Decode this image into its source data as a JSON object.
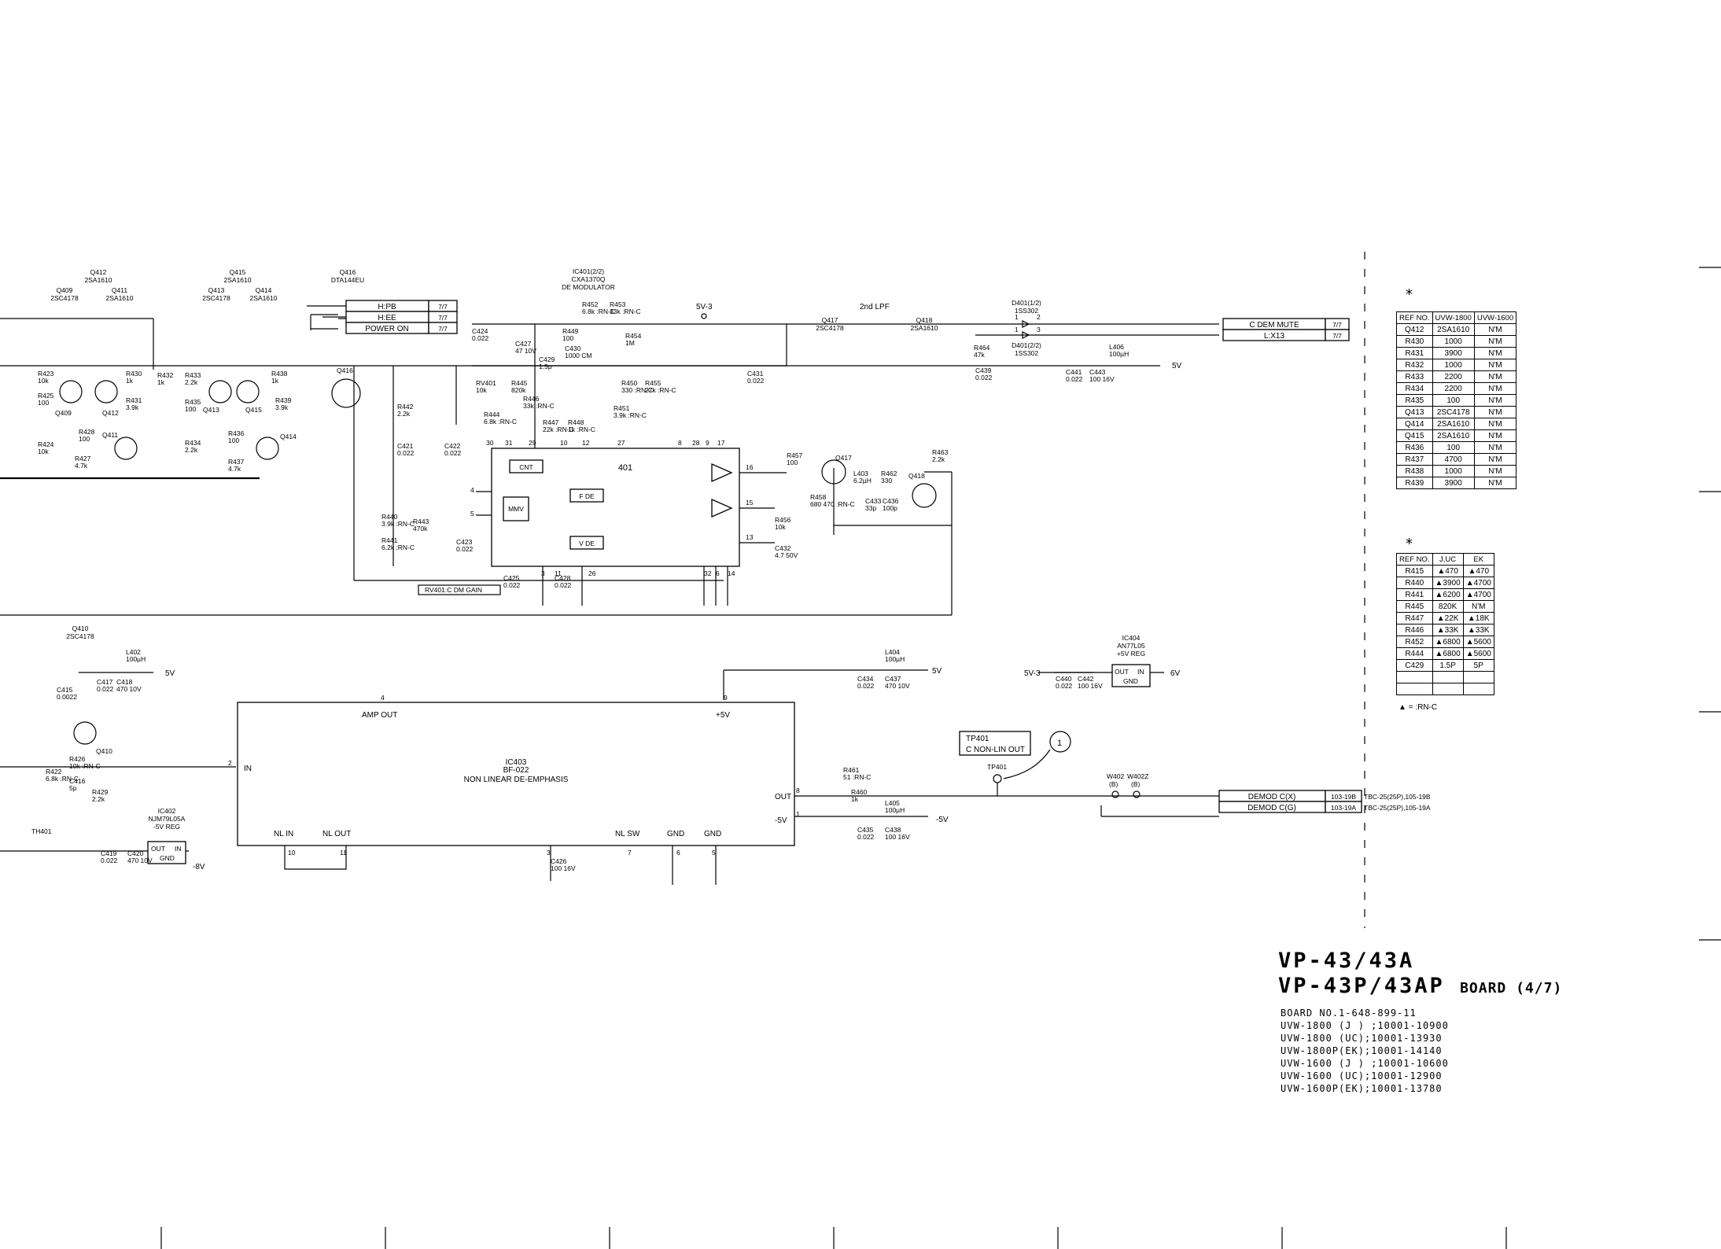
{
  "transistor_labels": [
    {
      "name": "Q412",
      "part": "2SA1610"
    },
    {
      "name": "Q409",
      "part": "2SC4178"
    },
    {
      "name": "Q411",
      "part": "2SA1610"
    },
    {
      "name": "Q415",
      "part": "2SA1610"
    },
    {
      "name": "Q413",
      "part": "2SC4178"
    },
    {
      "name": "Q414",
      "part": "2SA1610"
    },
    {
      "name": "Q416",
      "part": "DTA144EU"
    },
    {
      "name": "Q417",
      "part": "2SC4178"
    },
    {
      "name": "Q418",
      "part": "2SA1610"
    },
    {
      "name": "Q410",
      "part": "2SC4178"
    }
  ],
  "ic401": {
    "name": "IC401(2/2)",
    "part": "CXA1370Q",
    "function": "DE MODULATOR",
    "inner": "401",
    "blocks": [
      "CNT",
      "MMV",
      "F DE",
      "V DE"
    ],
    "pins": [
      "30",
      "31",
      "29",
      "10",
      "12",
      "27",
      "8",
      "28",
      "9",
      "17",
      "16",
      "15",
      "13",
      "4",
      "5",
      "3",
      "11",
      "26",
      "32",
      "6",
      "14"
    ]
  },
  "ic403": {
    "name": "IC403",
    "part": "BF-022",
    "function": "NON LINEAR DE-EMPHASIS",
    "labels": {
      "amp_out": "AMP OUT",
      "plus5": "+5V",
      "in": "IN",
      "out": "OUT",
      "minus5": "-5V",
      "nl_in": "NL IN",
      "nl_out": "NL OUT",
      "nl_sw": "NL SW",
      "gnd": "GND"
    },
    "pins": [
      "4",
      "9",
      "2",
      "8",
      "1",
      "10",
      "11",
      "3",
      "7",
      "6",
      "5"
    ]
  },
  "ic402": {
    "name": "IC402",
    "part": "NJM79L05A",
    "function": "-5V REG",
    "out": "OUT",
    "in": "IN",
    "gnd": "GND"
  },
  "ic404": {
    "name": "IC404",
    "part": "AN77L05",
    "function": "+5V REG",
    "out": "OUT",
    "in": "IN",
    "gnd": "GND"
  },
  "connectors_left": [
    "H:PB",
    "H:EE",
    "POWER ON"
  ],
  "connectors_right": [
    "C DEM MUTE",
    "L:X13"
  ],
  "connector_page": "7/7",
  "diodes": [
    {
      "name": "D401(1/2)",
      "part": "1SS302"
    },
    {
      "name": "D401(2/2)",
      "part": "1SS302"
    }
  ],
  "diode_pins": [
    "1",
    "2",
    "1",
    "3"
  ],
  "net_labels": {
    "v5_3": "5V-3",
    "v5": "5V",
    "v6": "6V",
    "v8": "-8V",
    "vm5": "-5V",
    "lpf": "2nd LPF",
    "rv401": "RV401:C DM GAIN",
    "th401": "TH401"
  },
  "tp401": {
    "name": "TP401",
    "label": "C NON-LIN OUT",
    "callout": "1"
  },
  "wire_labels": {
    "w402": "W402",
    "w402z": "W402Z",
    "b": "(B)"
  },
  "outputs": [
    {
      "label": "DEMOD C(X)",
      "ref": "103-19B",
      "dest": "TBC-25(25P),105-19B"
    },
    {
      "label": "DEMOD C(G)",
      "ref": "103-19A",
      "dest": "TBC-25(25P),105-19A"
    }
  ],
  "components": [
    {
      "name": "R423",
      "value": "10k"
    },
    {
      "name": "R425",
      "value": "100"
    },
    {
      "name": "R424",
      "value": "10k"
    },
    {
      "name": "R428",
      "value": "100"
    },
    {
      "name": "R427",
      "value": "4.7k"
    },
    {
      "name": "R430",
      "value": "1k"
    },
    {
      "name": "R431",
      "value": "3.9k"
    },
    {
      "name": "R432",
      "value": "1k"
    },
    {
      "name": "R433",
      "value": "2.2k"
    },
    {
      "name": "R435",
      "value": "100"
    },
    {
      "name": "R434",
      "value": "2.2k"
    },
    {
      "name": "R436",
      "value": "100"
    },
    {
      "name": "R437",
      "value": "4.7k"
    },
    {
      "name": "R438",
      "value": "1k"
    },
    {
      "name": "R439",
      "value": "3.9k"
    },
    {
      "name": "R442",
      "value": "2.2k"
    },
    {
      "name": "C421",
      "value": "0.022"
    },
    {
      "name": "C422",
      "value": "0.022"
    },
    {
      "name": "C424",
      "value": "0.022"
    },
    {
      "name": "R440",
      "value": "3.9k :RN-C"
    },
    {
      "name": "R443",
      "value": "470k"
    },
    {
      "name": "R441",
      "value": "6.2k :RN-C"
    },
    {
      "name": "C423",
      "value": "0.022"
    },
    {
      "name": "RV401",
      "value": "10k"
    },
    {
      "name": "R445",
      "value": "820k"
    },
    {
      "name": "R444",
      "value": "6.8k :RN-C"
    },
    {
      "name": "C427",
      "value": "47 10V"
    },
    {
      "name": "R452",
      "value": "6.8k :RN-C"
    },
    {
      "name": "R453",
      "value": "33k :RN-C"
    },
    {
      "name": "R449",
      "value": "100"
    },
    {
      "name": "C430",
      "value": "1000 CM"
    },
    {
      "name": "C429",
      "value": "1.5p"
    },
    {
      "name": "R454",
      "value": "1M"
    },
    {
      "name": "R446",
      "value": "33k :RN-C"
    },
    {
      "name": "R447",
      "value": "22k :RN-C"
    },
    {
      "name": "R448",
      "value": "1k :RN-C"
    },
    {
      "name": "R450",
      "value": "330 :RN-C"
    },
    {
      "name": "R451",
      "value": "3.9k :RN-C"
    },
    {
      "name": "R455",
      "value": "27k :RN-C"
    },
    {
      "name": "C425",
      "value": "0.022"
    },
    {
      "name": "C428",
      "value": "0.022"
    },
    {
      "name": "C431",
      "value": "0.022"
    },
    {
      "name": "R456",
      "value": "10k"
    },
    {
      "name": "C432",
      "value": "4.7 50V"
    },
    {
      "name": "R457",
      "value": "100"
    },
    {
      "name": "L403",
      "value": "6.2µH"
    },
    {
      "name": "R462",
      "value": "330"
    },
    {
      "name": "R458",
      "value": "680 470 :RN-C"
    },
    {
      "name": "C433",
      "value": "33p"
    },
    {
      "name": "C436",
      "value": "100p"
    },
    {
      "name": "R463",
      "value": "2.2k"
    },
    {
      "name": "R464",
      "value": "47k"
    },
    {
      "name": "C439",
      "value": "0.022"
    },
    {
      "name": "C441",
      "value": "0.022"
    },
    {
      "name": "C443",
      "value": "100 16V"
    },
    {
      "name": "L406",
      "value": "100µH"
    },
    {
      "name": "L402",
      "value": "100µH"
    },
    {
      "name": "C415",
      "value": "0.0022"
    },
    {
      "name": "C417",
      "value": "0.022"
    },
    {
      "name": "C418",
      "value": "470 10V"
    },
    {
      "name": "R426",
      "value": "10k :RN-C"
    },
    {
      "name": "R422",
      "value": "6.8k :RN-C"
    },
    {
      "name": "C416",
      "value": "5p"
    },
    {
      "name": "R429",
      "value": "2.2k"
    },
    {
      "name": "C419",
      "value": "0.022"
    },
    {
      "name": "C420",
      "value": "470 10V"
    },
    {
      "name": "L404",
      "value": "100µH"
    },
    {
      "name": "C434",
      "value": "0.022"
    },
    {
      "name": "C437",
      "value": "470 10V"
    },
    {
      "name": "C440",
      "value": "0.022"
    },
    {
      "name": "C442",
      "value": "100 16V"
    },
    {
      "name": "C426",
      "value": "100 16V"
    },
    {
      "name": "R461",
      "value": "51 :RN-C"
    },
    {
      "name": "R460",
      "value": "1k"
    },
    {
      "name": "L405",
      "value": "100µH"
    },
    {
      "name": "C435",
      "value": "0.022"
    },
    {
      "name": "C438",
      "value": "100 16V"
    }
  ],
  "table1": {
    "headers": [
      "REF NO.",
      "UVW-1800",
      "UVW-1600"
    ],
    "rows": [
      [
        "Q412",
        "2SA1610",
        "N'M"
      ],
      [
        "R430",
        "1000",
        "N'M"
      ],
      [
        "R431",
        "3900",
        "N'M"
      ],
      [
        "R432",
        "1000",
        "N'M"
      ],
      [
        "R433",
        "2200",
        "N'M"
      ],
      [
        "R434",
        "2200",
        "N'M"
      ],
      [
        "R435",
        "100",
        "N'M"
      ],
      [
        "Q413",
        "2SC4178",
        "N'M"
      ],
      [
        "Q414",
        "2SA1610",
        "N'M"
      ],
      [
        "Q415",
        "2SA1610",
        "N'M"
      ],
      [
        "R436",
        "100",
        "N'M"
      ],
      [
        "R437",
        "4700",
        "N'M"
      ],
      [
        "R438",
        "1000",
        "N'M"
      ],
      [
        "R439",
        "3900",
        "N'M"
      ]
    ]
  },
  "table2": {
    "headers": [
      "REF NO.",
      "J,UC",
      "EK"
    ],
    "rows": [
      [
        "R415",
        "▲470",
        "▲470"
      ],
      [
        "R440",
        "▲3900",
        "▲4700"
      ],
      [
        "R441",
        "▲6200",
        "▲4700"
      ],
      [
        "R445",
        "820K",
        "N'M"
      ],
      [
        "R447",
        "▲22K",
        "▲18K"
      ],
      [
        "R446",
        "▲33K",
        "▲33K"
      ],
      [
        "R452",
        "▲6800",
        "▲5600"
      ],
      [
        "R444",
        "▲6800",
        "▲5600"
      ],
      [
        "C429",
        "1.5P",
        "5P"
      ],
      [
        "",
        "",
        " "
      ],
      [
        "",
        "",
        ""
      ]
    ]
  },
  "table_marker": "*",
  "legend": "▲ = :RN-C",
  "title": {
    "line1": "VP-43/43A",
    "line2": "VP-43P/43AP",
    "board": "BOARD (4/7)",
    "info": [
      "BOARD NO.1-648-899-11",
      "UVW-1800 (J ) ;10001-10900",
      "UVW-1800 (UC);10001-13930",
      "UVW-1800P(EK);10001-14140",
      "UVW-1600 (J ) ;10001-10600",
      "UVW-1600 (UC);10001-12900",
      "UVW-1600P(EK);10001-13780"
    ]
  }
}
